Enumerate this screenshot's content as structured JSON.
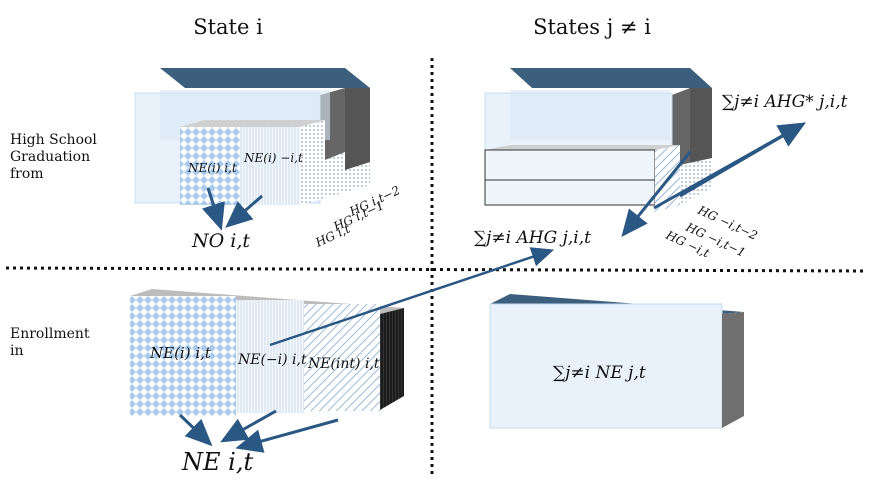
{
  "headers": {
    "left": "State i",
    "right": "States j ≠ i"
  },
  "row_labels": {
    "top": [
      "High School",
      "Graduation",
      "from"
    ],
    "bottom": [
      "Enrollment",
      "in"
    ]
  },
  "top_left": {
    "ne_own": "NE(i) i,t",
    "ne_other": "NE(i) −i,t",
    "no": "NO i,t",
    "cohorts": [
      "HG i,t−2",
      "HG i,t−1",
      "HG i,t"
    ]
  },
  "top_right": {
    "ahg_star": "∑j≠i AHG* j,i,t",
    "ahg": "∑j≠i AHG j,i,t",
    "cohorts": [
      "HG −i,t−2",
      "HG −i,t−1",
      "HG −i,t"
    ]
  },
  "bottom_left": {
    "ne_own": "NE(i) i,t",
    "ne_other": "NE(−i) i,t",
    "ne_int": "NE(int) i,t",
    "total": "NE i,t"
  },
  "bottom_right": {
    "total": "∑j≠i NE j,t"
  },
  "colors": {
    "dark_blue": "#3a5a78",
    "light_blue": "#e8f1fa",
    "arrow": "#2a5783",
    "grey": "#707070"
  }
}
